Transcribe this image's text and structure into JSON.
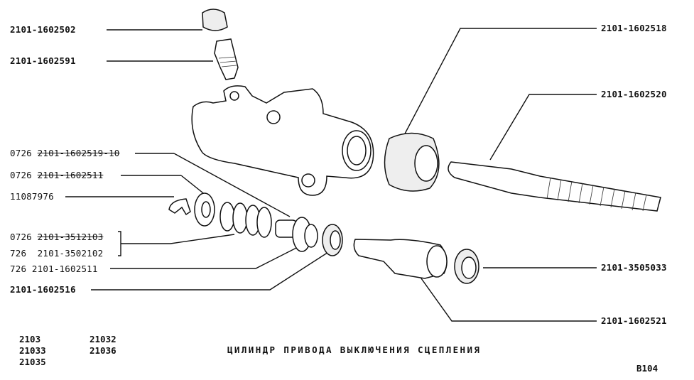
{
  "diagram": {
    "title": "ЦИЛИНДР ПРИВОДА ВЫКЛЮЧЕНИЯ СЦЕПЛЕНИЯ",
    "sheet_code": "В104",
    "models": [
      "2103",
      "21032",
      "21033",
      "21036",
      "21035"
    ],
    "parts_left": [
      {
        "code": "2101-1602502",
        "prefix": "",
        "struck": false,
        "part": "bleeder-cap"
      },
      {
        "code": "2101-1602591",
        "prefix": "",
        "struck": false,
        "part": "bleeder-valve"
      },
      {
        "code": "2101-1602519-10",
        "prefix": "0726",
        "struck": true,
        "part": "piston"
      },
      {
        "code": "2101-1602511",
        "prefix": "0726",
        "struck": true,
        "part": "seal-ring"
      },
      {
        "code": "11087976",
        "prefix": "",
        "struck": false,
        "part": "retaining-ring"
      },
      {
        "code": "2101-3512103",
        "prefix": "0726",
        "struck": true,
        "part": "spring"
      },
      {
        "code": "2101-3502102",
        "prefix": "726",
        "struck": false,
        "part": "spring"
      },
      {
        "code": "2101-1602511",
        "prefix": "726",
        "struck": false,
        "part": "piston-seal"
      },
      {
        "code": "2101-1602516",
        "prefix": "",
        "struck": false,
        "part": "seal"
      }
    ],
    "parts_right": [
      {
        "code": "2101-1602518",
        "part": "protective-boot"
      },
      {
        "code": "2101-1602520",
        "part": "pushrod"
      },
      {
        "code": "2101-3505033",
        "part": "cup-seal"
      },
      {
        "code": "2101-1602521",
        "part": "pusher"
      }
    ]
  }
}
